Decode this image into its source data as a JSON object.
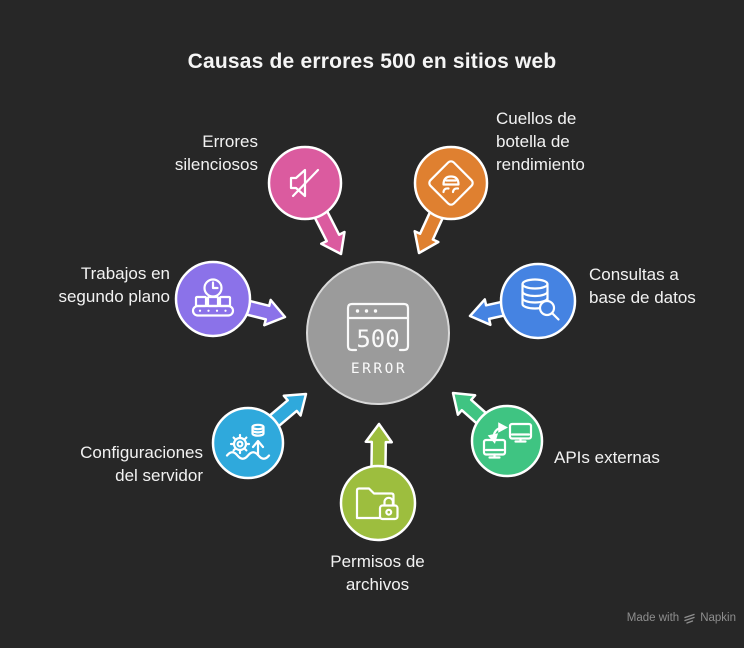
{
  "title": "Causas de errores 500 en sitios web",
  "background_color": "#272727",
  "center": {
    "icon": "browser-window-icon",
    "code": "500",
    "label": "ERROR",
    "color": "#9B9B9B",
    "ring_color": "#D9D9D9"
  },
  "nodes": [
    {
      "id": "errores-silenciosos",
      "lines": [
        "Errores",
        "silenciosos"
      ],
      "icon": "muted-speaker-icon",
      "color": "#DB5B9F"
    },
    {
      "id": "cuellos-de-botella",
      "lines": [
        "Cuellos de",
        "botella de",
        "rendimiento"
      ],
      "icon": "slippery-road-sign-icon",
      "color": "#DF8030"
    },
    {
      "id": "trabajos-segundo-plano",
      "lines": [
        "Trabajos en",
        "segundo plano"
      ],
      "icon": "conveyor-clock-icon",
      "color": "#8B72E9"
    },
    {
      "id": "consultas-base-datos",
      "lines": [
        "Consultas a",
        "base de datos"
      ],
      "icon": "database-search-icon",
      "color": "#4583E2"
    },
    {
      "id": "configuraciones-servidor",
      "lines": [
        "Configuraciones",
        "del servidor"
      ],
      "icon": "server-config-icon",
      "color": "#2FA9DC"
    },
    {
      "id": "apis-externas",
      "lines": [
        "APIs externas"
      ],
      "icon": "monitors-sync-icon",
      "color": "#3FC482"
    },
    {
      "id": "permisos-archivos",
      "lines": [
        "Permisos de",
        "archivos"
      ],
      "icon": "folder-lock-icon",
      "color": "#9DBE3E"
    }
  ],
  "watermark": {
    "prefix": "Made with",
    "brand": "Napkin"
  }
}
